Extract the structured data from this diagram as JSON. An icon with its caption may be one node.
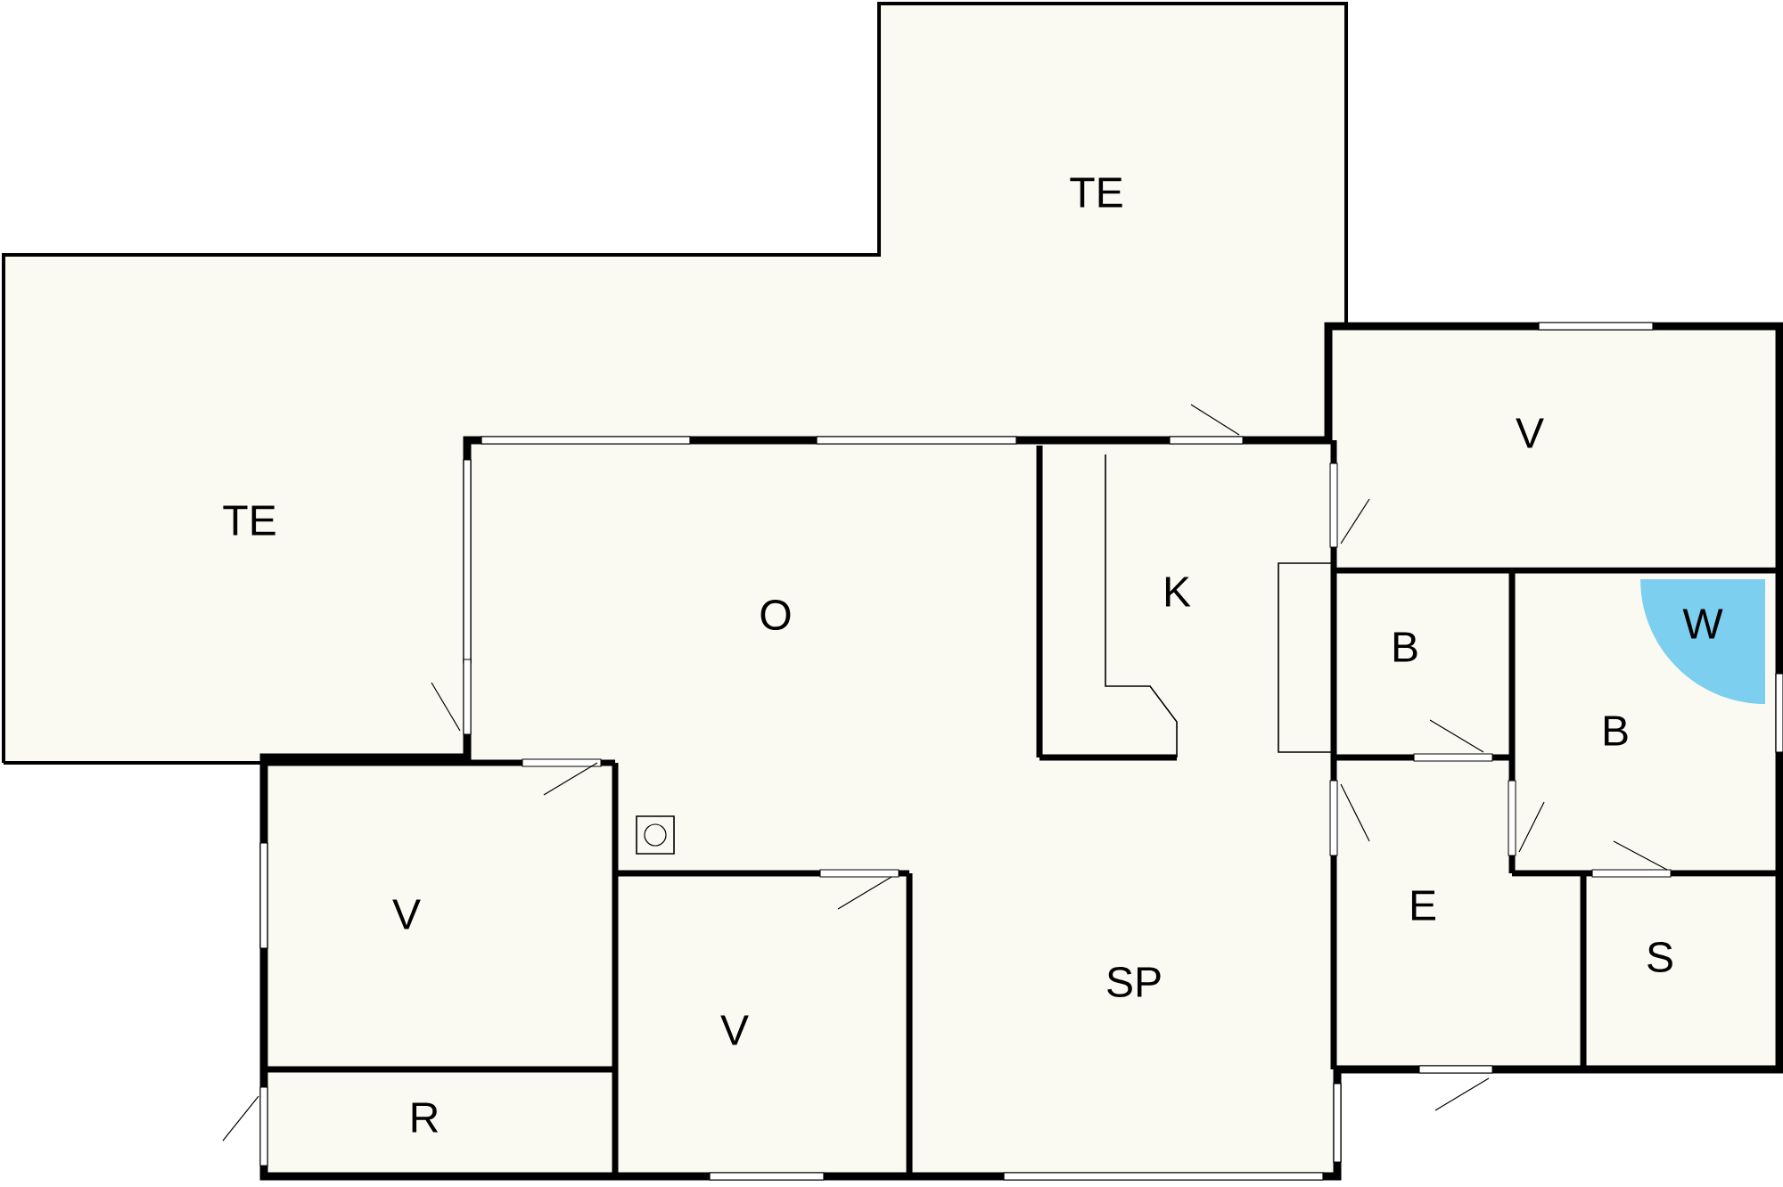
{
  "diagram": {
    "labels": [
      "TE",
      "TE",
      "V",
      "O",
      "K",
      "B",
      "W",
      "B",
      "E",
      "V",
      "S",
      "SP",
      "V",
      "R"
    ]
  }
}
